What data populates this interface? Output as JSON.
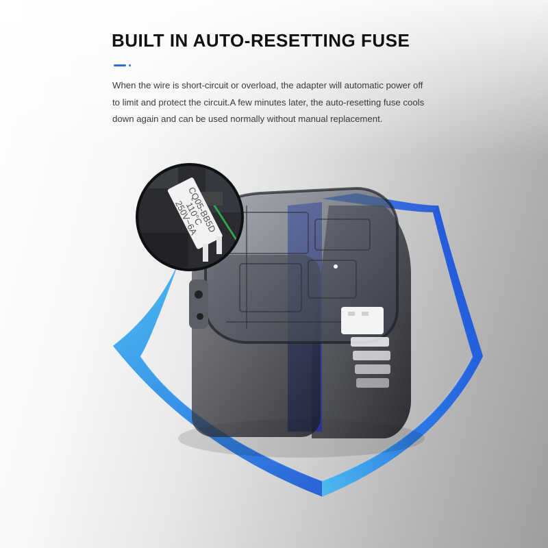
{
  "heading": "BUILT IN AUTO-RESETTING FUSE",
  "description_lines": [
    "When the wire is short-circuit or overload, the adapter will automatic power off",
    "to limit and protect the circuit.A few minutes later, the auto-resetting fuse cools",
    "down again and can be used normally without manual replacement."
  ],
  "fuse_markings": [
    "CQ05-BB5D",
    "110°C",
    "250V~6A"
  ],
  "colors": {
    "accent": "#2d6cdf",
    "shield_blue": "#1e6fe0",
    "shield_cyan": "#3fc0f0",
    "heading": "#111111",
    "body_text": "#3a3a3a"
  },
  "icons": {
    "accent_bar": "short-blue-line",
    "shield": "shield-shape",
    "product": "travel-adapter-cube",
    "magnifier": "circular-zoom-inset"
  }
}
